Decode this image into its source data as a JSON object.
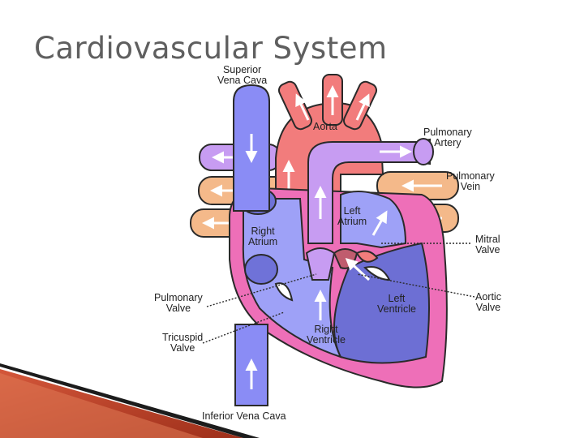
{
  "slide": {
    "title": "Cardiovascular System"
  },
  "labels": {
    "superior_vena_cava": "Superior\nVena Cava",
    "aorta": "Aorta",
    "pulmonary_artery": "Pulmonary\nArtery",
    "pulmonary_vein": "Pulmonary\nVein",
    "left_atrium": "Left\nAtrium",
    "right_atrium": "Right\nAtrium",
    "mitral_valve": "Mitral\nValve",
    "pulmonary_valve": "Pulmonary\nValve",
    "aortic_valve": "Aortic\nValve",
    "left_ventricle": "Left\nVentricle",
    "tricuspid_valve": "Tricuspid\nValve",
    "right_ventricle": "Right\nVentricle",
    "inferior_vena_cava": "Inferior Vena Cava"
  },
  "colors": {
    "title": "#5f5f5f",
    "oxygenated": "#f27c7c",
    "deoxygenated": "#8a8cf5",
    "pulmonary_artery": "#c79cf2",
    "pulmonary_vein": "#f4b98a",
    "heart_wall": "#ee6fb8",
    "decor_stripe": "#c0452a"
  }
}
